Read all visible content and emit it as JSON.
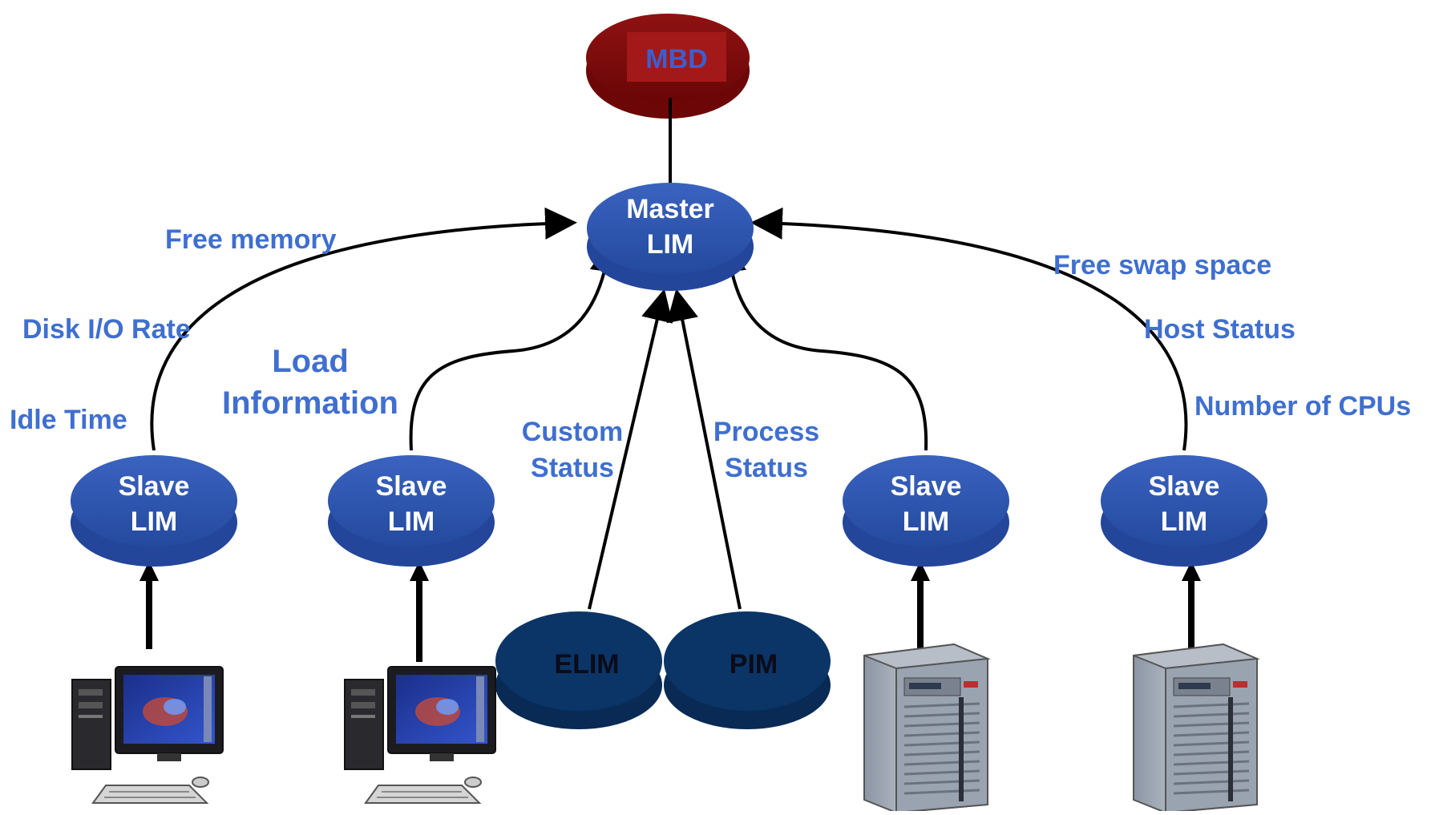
{
  "mbd": {
    "label": "MBD",
    "colors": {
      "body": "#7a0a0a",
      "top": "#8b1010",
      "inner": "#a01616",
      "text": "#3a5fd0"
    }
  },
  "master": {
    "line1": "Master",
    "line2": "LIM"
  },
  "slaves": [
    {
      "line1": "Slave",
      "line2": "LIM",
      "host": "workstation-icon"
    },
    {
      "line1": "Slave",
      "line2": "LIM",
      "host": "workstation-icon"
    },
    {
      "line1": "Slave",
      "line2": "LIM",
      "host": "server-icon"
    },
    {
      "line1": "Slave",
      "line2": "LIM",
      "host": "server-icon"
    }
  ],
  "elim": {
    "label": "ELIM"
  },
  "pim": {
    "label": "PIM"
  },
  "labels": {
    "free_memory": "Free memory",
    "disk_io_rate": "Disk I/O Rate",
    "idle_time": "Idle Time",
    "load_information_1": "Load",
    "load_information_2": "Information",
    "custom_status_1": "Custom",
    "custom_status_2": "Status",
    "process_status_1": "Process",
    "process_status_2": "Status",
    "free_swap_space": "Free swap space",
    "host_status": "Host Status",
    "number_of_cpus": "Number of CPUs"
  },
  "colors": {
    "lim_top": "#2c55b0",
    "lim_side": "#24469a",
    "daemon": "#0b3566",
    "label": "#3f6fd0",
    "line": "#000000"
  }
}
